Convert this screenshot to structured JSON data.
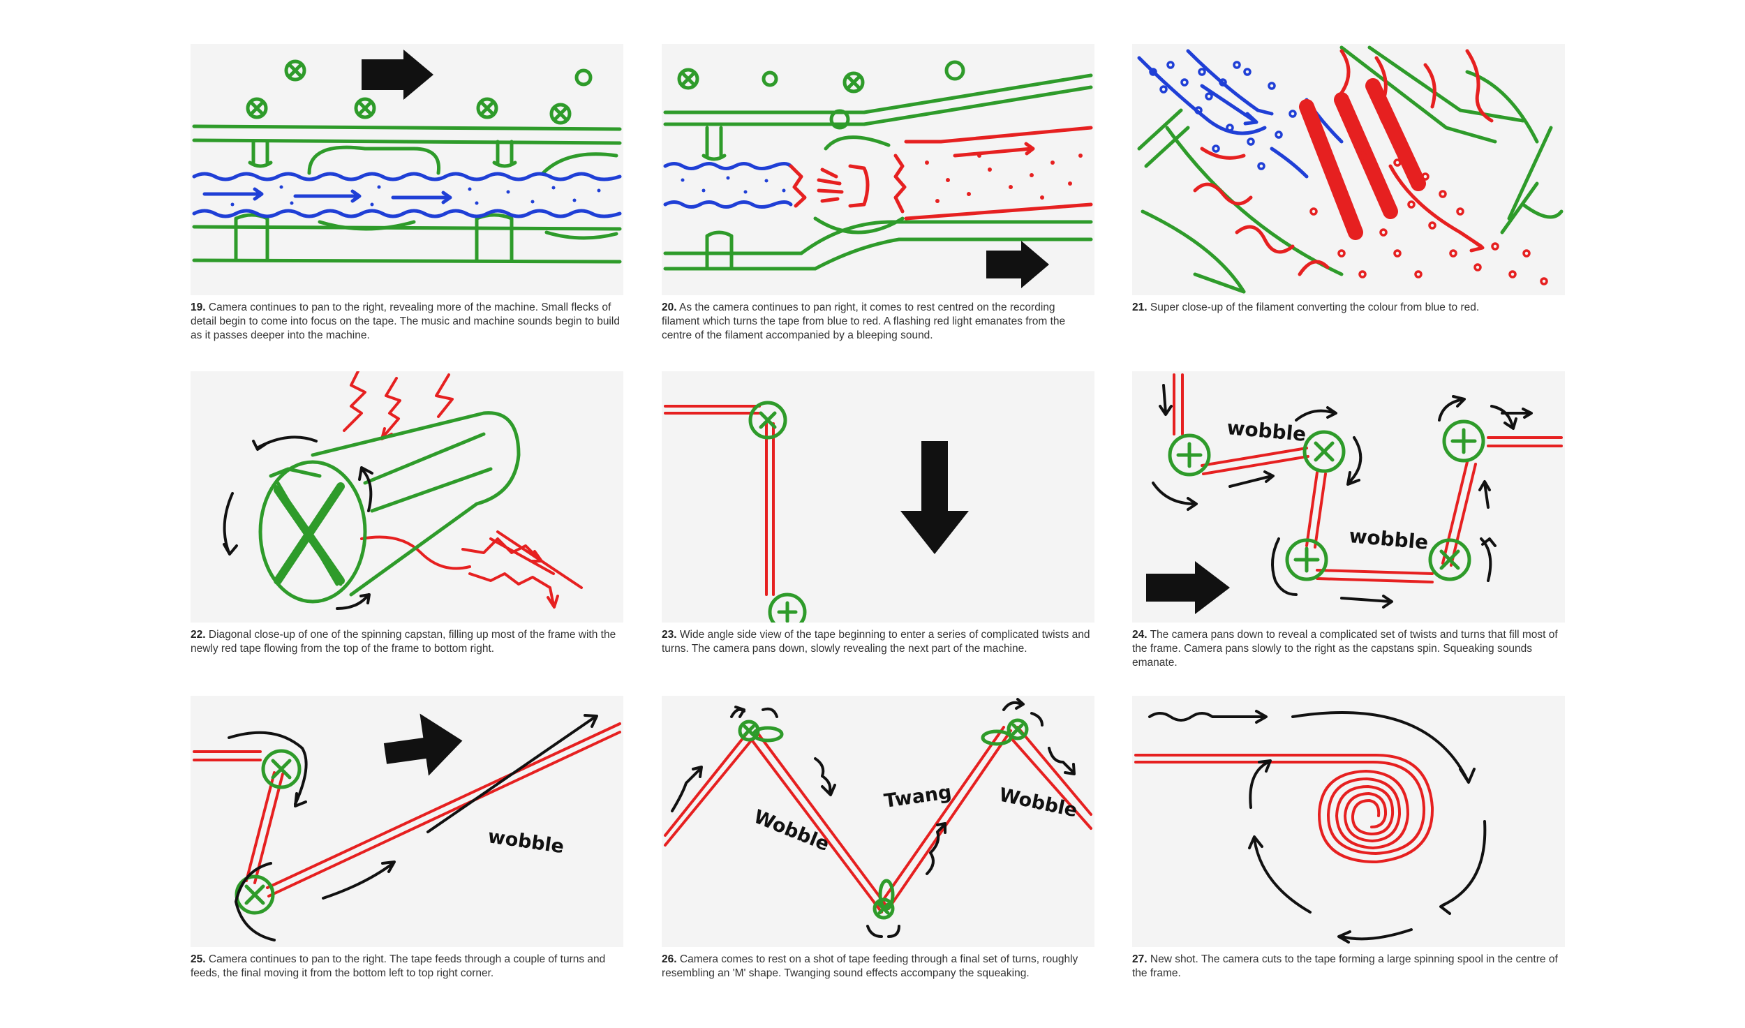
{
  "panels": [
    {
      "num": "19.",
      "text": "Camera continues to pan to the right, revealing more of the machine. Small flecks of detail begin to come into focus on the tape. The music and machine sounds begin to build as it passes deeper into the machine."
    },
    {
      "num": "20.",
      "text": "As the camera continues to pan right, it comes to rest centred on the recording filament which turns the tape from blue to red. A flashing red light emanates from the centre of the filament accompanied by a bleeping sound."
    },
    {
      "num": "21.",
      "text": "Super close-up of the filament converting the colour from blue to red."
    },
    {
      "num": "22.",
      "text": "Diagonal close-up of one of the spinning capstan, filling up most of the frame with the newly red tape flowing from the top of the frame to bottom right."
    },
    {
      "num": "23.",
      "text": "Wide angle side view of the tape beginning to enter a series of complicated twists and turns. The camera pans down, slowly revealing the next part of the machine."
    },
    {
      "num": "24.",
      "text": "The camera pans down to reveal a complicated set of twists and turns that fill most of the frame. Camera pans slowly to the right as the capstans spin. Squeaking sounds emanate."
    },
    {
      "num": "25.",
      "text": "Camera continues to pan to the right. The tape feeds through a couple of turns and feeds, the final moving it from the bottom left to top right corner."
    },
    {
      "num": "26.",
      "text": "Camera comes to rest on a shot of tape feeding through a final set of turns, roughly resembling an 'M' shape. Twanging sound effects accompany the squeaking."
    },
    {
      "num": "27.",
      "text": "New shot. The camera cuts to the tape forming a large spinning spool in the centre of the frame."
    }
  ],
  "labels": {
    "p24_wobble_1": "wobble",
    "p24_wobble_2": "wobble",
    "p25_wobble": "wobble",
    "p26_wobble_left": "Wobble",
    "p26_twang": "Twang",
    "p26_wobble_right": "Wobble"
  },
  "colors": {
    "tape_blue": "#1f3fd6",
    "tape_red": "#e62020",
    "capstan_green": "#2e9b2a",
    "arrow_black": "#111111",
    "frame_bg": "#f4f4f4"
  }
}
